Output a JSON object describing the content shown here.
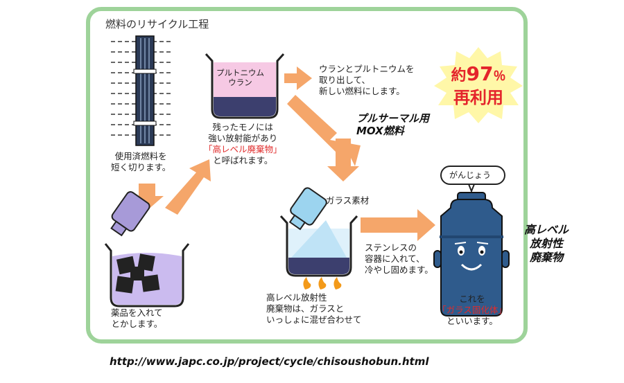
{
  "title": "燃料のリサイクル工程",
  "step_cut": [
    "使用済燃料を",
    "短く切ります。"
  ],
  "step_dissolve": [
    "薬品を入れて",
    "とかします。"
  ],
  "beaker_top_label": [
    "プルトニウム",
    "ウラン"
  ],
  "step_residue": [
    "残ったモノには",
    "強い放射能があり"
  ],
  "residue_highlight": "「高レベル廃棄物」",
  "residue_tail": "と呼ばれます。",
  "step_extract": [
    "ウランとプルトニウムを",
    "取り出して、",
    "新しい燃料にします。"
  ],
  "burst": {
    "line1_prefix": "約",
    "line1_number": "97",
    "line1_unit": "％",
    "line2": "再利用"
  },
  "mox_label": [
    "プルサーマル用",
    "MOX燃料"
  ],
  "glass_label": "ガラス素材",
  "step_mix": [
    "高レベル放射性",
    "廃棄物は、ガラスと",
    "いっしょに混ぜ合わせて"
  ],
  "step_stainless": [
    "ステンレスの",
    "容器に入れて、",
    "冷やし固めます。"
  ],
  "speech_bubble": "がんじょう",
  "step_canister_pre": "これを",
  "canister_highlight": "「ガラス固化体」",
  "step_canister_post": "といいます。",
  "hlw_label": [
    "高レベル",
    "放射性",
    "廃棄物"
  ],
  "url": "http://www.japc.co.jp/project/cycle/chisoushobun.html",
  "colors": {
    "border": "#9ed39a",
    "arrow": "#f5a66a",
    "highlight": "#e02b2b",
    "burst": "#fff7a8",
    "pu_layer": "#f6c9e4",
    "waste_layer": "#3c3f6e",
    "dissolve_liquid": "#cbbbef",
    "canister": "#2f5b8c"
  }
}
